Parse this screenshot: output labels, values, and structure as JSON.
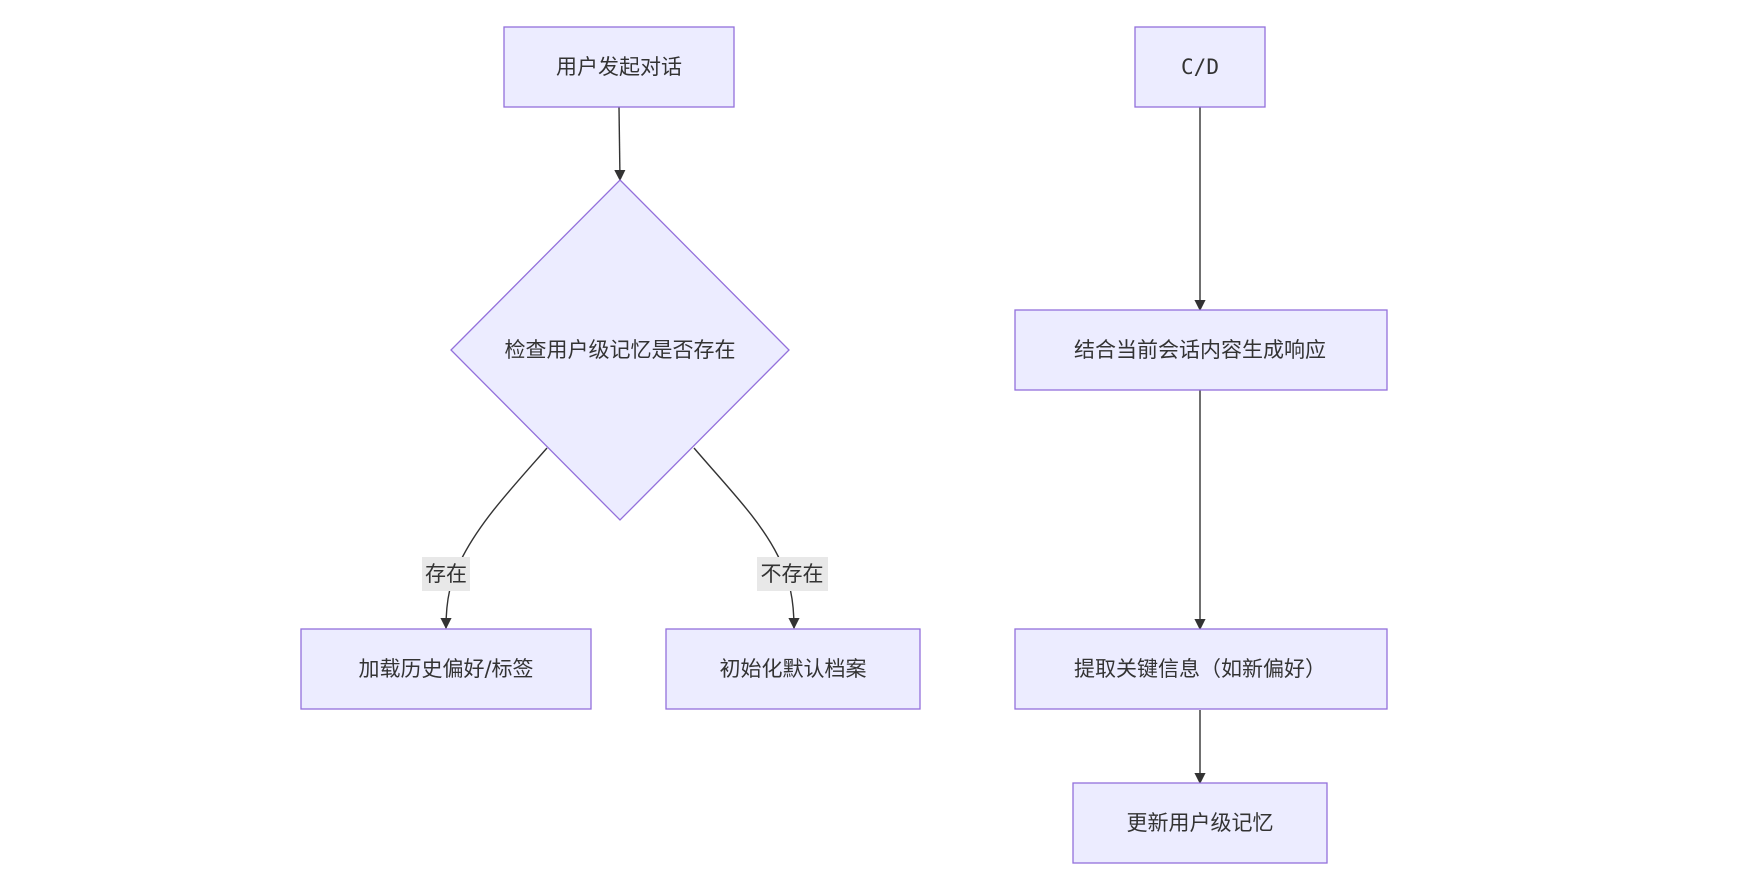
{
  "nodes": {
    "start": "用户发起对话",
    "check": "检查用户级记忆是否存在",
    "load": "加载历史偏好/标签",
    "init": "初始化默认档案",
    "cd": "C/D",
    "combine": "结合当前会话内容生成响应",
    "extract": "提取关键信息（如新偏好）",
    "update": "更新用户级记忆"
  },
  "edge_labels": {
    "exists": "存在",
    "not_exists": "不存在"
  },
  "colors": {
    "node_fill": "#ececff",
    "node_stroke": "#9370db",
    "edge": "#333333",
    "text": "#333333",
    "label_bg": "#e8e8e8"
  }
}
